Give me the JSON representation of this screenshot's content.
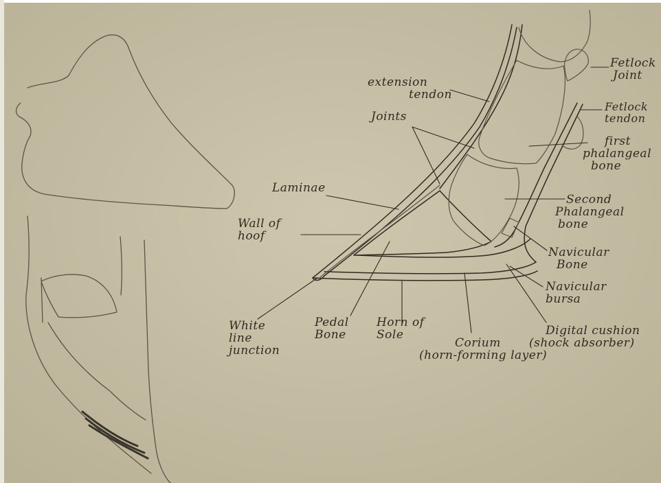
{
  "colors": {
    "paper": "#c9c1a8",
    "paper_edge": "#d8d2bd",
    "ink": "#2f2a22",
    "pencil": "#5a5448"
  },
  "labels": {
    "extension_tendon_1": "extension",
    "extension_tendon_2": "tendon",
    "joints": "Joints",
    "fetlock_joint_1": "Fetlock",
    "fetlock_joint_2": "Joint",
    "fetlock_tendon_1": "Fetlock",
    "fetlock_tendon_2": "tendon",
    "first_phalangeal_1": "first",
    "first_phalangeal_2": "phalangeal",
    "first_phalangeal_3": "bone",
    "laminae": "Laminae",
    "second_phalangeal_1": "Second",
    "second_phalangeal_2": "Phalangeal",
    "second_phalangeal_3": "bone",
    "wall_of_hoof_1": "Wall of",
    "wall_of_hoof_2": "hoof",
    "navicular_bone_1": "Navicular",
    "navicular_bone_2": "Bone",
    "navicular_bursa_1": "Navicular",
    "navicular_bursa_2": "bursa",
    "white_line_1": "White",
    "white_line_2": "line",
    "white_line_3": "junction",
    "pedal_bone_1": "Pedal",
    "pedal_bone_2": "Bone",
    "horn_of_sole_1": "Horn of",
    "horn_of_sole_2": "Sole",
    "corium_1": "Corium",
    "corium_2": "(horn-forming layer)",
    "digital_cushion_1": "Digital cushion",
    "digital_cushion_2": "(shock absorber)"
  }
}
